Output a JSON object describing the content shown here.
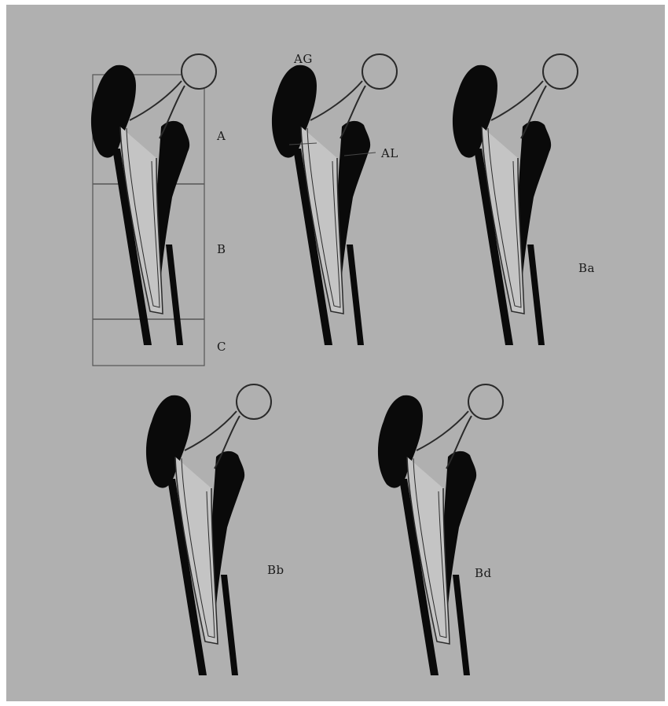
{
  "labels": {
    "zone_a": "A",
    "zone_b": "B",
    "zone_c": "C",
    "greater_trochanter": "AG",
    "lesser_trochanter": "AL",
    "panel_3": "Ba",
    "panel_4": "Bb",
    "panel_5": "Bd"
  },
  "colors": {
    "background": "#b0b0b0",
    "bone": "#0a0a0a",
    "outline": "#2a2a2a",
    "canal": "#c4c4c4"
  }
}
